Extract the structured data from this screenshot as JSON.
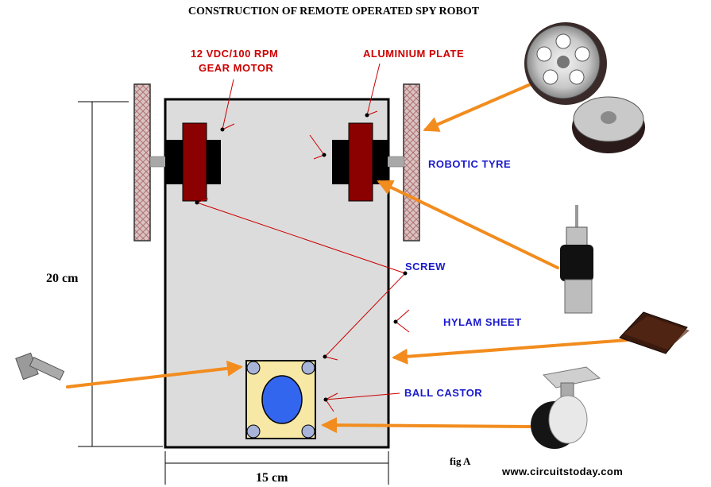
{
  "diagram": {
    "title": "CONSTRUCTION OF REMOTE OPERATED SPY ROBOT",
    "figure_label": "fig A",
    "website": "www.circuitstoday.com",
    "labels": {
      "gear_motor_line1": "12 VDC/100 RPM",
      "gear_motor_line2": "GEAR MOTOR",
      "aluminium_plate": "ALUMINIUM PLATE",
      "robotic_tyre": "ROBOTIC TYRE",
      "screw": "SCREW",
      "hylam_sheet": "HYLAM SHEET",
      "ball_castor": "BALL CASTOR"
    },
    "dimensions": {
      "height": "20 cm",
      "width": "15 cm"
    },
    "colors": {
      "label_blue": "#1a1acc",
      "label_red": "#cc0000",
      "arrow_orange": "#f28c1e",
      "motor_red": "#8b0000",
      "chassis_grey": "#dcdcdc",
      "castor_plate": "#f7e8a6",
      "castor_ball": "#3366ee"
    }
  }
}
